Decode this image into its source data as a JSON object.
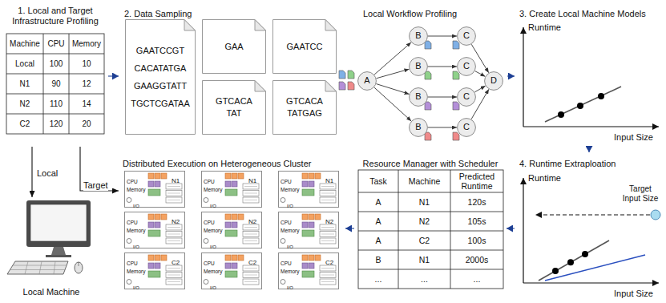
{
  "diagram": {
    "nodes": [
      {
        "text": [
          "1. Local and Target Infrastructure Profiling"
        ]
      },
      {
        "text": [
          "2. Data Sampling",
          "Local Workflow Profiling"
        ]
      },
      {
        "text": [
          "GAATCCGT CACATATGA GAAGGTATT TGCTCGATAA"
        ],
        "in": 1
      },
      {
        "text": [
          "GAA"
        ],
        "in": 1
      },
      {
        "text": [
          "GAATCC"
        ],
        "in": 1
      },
      {
        "text": [
          "GTCACA TAT"
        ],
        "in": 1
      },
      {
        "text": [
          "GTCACA TATGAG"
        ],
        "in": 1
      },
      {
        "text": [
          "A"
        ],
        "in": 1
      },
      {
        "text": [
          "B"
        ],
        "in": 1
      },
      {
        "text": [
          "B"
        ],
        "in": 1
      },
      {
        "text": [
          "B"
        ],
        "in": 1
      },
      {
        "text": [
          "B"
        ],
        "in": 1
      },
      {
        "text": [
          "C"
        ],
        "in": 1
      },
      {
        "text": [
          "C"
        ],
        "in": 1
      },
      {
        "text": [
          "C"
        ],
        "in": 1
      },
      {
        "text": [
          "C"
        ],
        "in": 1
      },
      {
        "text": [
          "D"
        ],
        "in": 1
      },
      {
        "text": [
          "3. Create Local Machine Models"
        ]
      },
      {
        "text": [
          "Local Machine"
        ]
      },
      {
        "text": [
          "Distributed Execution on Heterogeneous Cluster"
        ]
      },
      {
        "text": [
          "N1",
          "CPU",
          "Memory",
          "I/O"
        ],
        "in": 19
      },
      {
        "text": [
          "N1",
          "CPU",
          "Memory",
          "I/O"
        ],
        "in": 19
      },
      {
        "text": [
          "N1",
          "CPU",
          "Memory",
          "I/O"
        ],
        "in": 19
      },
      {
        "text": [
          "N2",
          "CPU",
          "Memory",
          "I/O"
        ],
        "in": 19
      },
      {
        "text": [
          "N2",
          "CPU",
          "Memory",
          "I/O"
        ],
        "in": 19
      },
      {
        "text": [
          "N2",
          "CPU",
          "Memory",
          "I/O"
        ],
        "in": 19
      },
      {
        "text": [
          "C2",
          "CPU",
          "Memory",
          "I/O"
        ],
        "in": 19
      },
      {
        "text": [
          "C2",
          "CPU",
          "Memory",
          "I/O"
        ],
        "in": 19
      },
      {
        "text": [
          "C2",
          "CPU",
          "Memory",
          "I/O"
        ],
        "in": 19
      },
      {
        "text": [
          "Resource Manager with Scheduler"
        ]
      },
      {
        "text": [
          "4. Runtime Extraploation"
        ]
      }
    ],
    "edges": [
      {
        "from": 0,
        "to": 1,
        "arrow": "to"
      },
      {
        "from": 1,
        "to": 17,
        "arrow": "to"
      },
      {
        "from": 17,
        "to": 30,
        "arrow": "to"
      },
      {
        "from": 30,
        "to": 29,
        "arrow": "to"
      },
      {
        "from": 29,
        "to": 19,
        "arrow": "to"
      },
      {
        "from": 0,
        "to": 18,
        "label": "Local",
        "arrow": "to"
      },
      {
        "from": 0,
        "to": 19,
        "label": "Target",
        "arrow": "to"
      },
      {
        "from": 7,
        "to": 8,
        "arrow": "to"
      },
      {
        "from": 7,
        "to": 9,
        "arrow": "to"
      },
      {
        "from": 7,
        "to": 10,
        "arrow": "to"
      },
      {
        "from": 7,
        "to": 11,
        "arrow": "to"
      },
      {
        "from": 8,
        "to": 12,
        "arrow": "to"
      },
      {
        "from": 9,
        "to": 13,
        "arrow": "to"
      },
      {
        "from": 10,
        "to": 14,
        "arrow": "to"
      },
      {
        "from": 11,
        "to": 15,
        "arrow": "to"
      },
      {
        "from": 12,
        "to": 16,
        "arrow": "to"
      },
      {
        "from": 13,
        "to": 16,
        "arrow": "to"
      },
      {
        "from": 14,
        "to": 16,
        "arrow": "to"
      },
      {
        "from": 15,
        "to": 16,
        "arrow": "to"
      }
    ],
    "labels": [
      "Machine",
      "CPU",
      "Memory",
      "Local",
      "100",
      "10",
      "N1",
      "90",
      "12",
      "N2",
      "110",
      "14",
      "C2",
      "120",
      "20",
      "Runtime",
      "Input Size",
      "Runtime",
      "Target Input Size",
      "Input Size",
      "Task",
      "Machine",
      "Predicted Runtime",
      "A",
      "N1",
      "120s",
      "A",
      "N2",
      "105s",
      "A",
      "C2",
      "100s",
      "B",
      "N1",
      "2000s",
      "...",
      "...",
      "..."
    ]
  }
}
